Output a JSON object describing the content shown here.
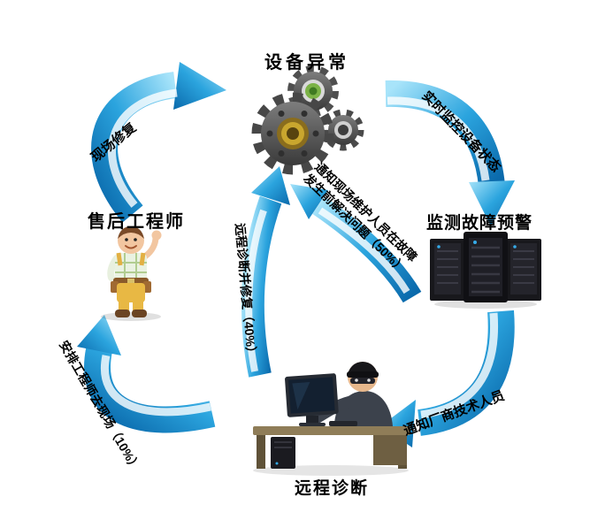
{
  "nodes": {
    "equipment": {
      "label": "设备异常"
    },
    "monitor": {
      "label": "监测故障预警"
    },
    "engineer": {
      "label": "售后工程师"
    },
    "remote": {
      "label": "远程诊断"
    }
  },
  "edges": {
    "onsite_repair": {
      "label": "现场修复"
    },
    "realtime_monitor": {
      "label": "实时监控设备状态"
    },
    "notify_vendor": {
      "label": "通知厂商技术人员"
    },
    "arrange_engineer": {
      "label": "安排工程师去现场（10%）"
    },
    "remote_fix": {
      "label": "远程诊断并修复（40%）"
    },
    "notify_onsite": {
      "lines": [
        "通知现场维护人员在故障",
        "发生前解决问题（50%）"
      ]
    }
  },
  "icons": {
    "gears": "gears-icon",
    "servers": "server-icon",
    "engineer_figure": "engineer-illustration",
    "operator_figure": "remote-operator-illustration"
  },
  "colors": {
    "background": "#ffffff",
    "text": "#000000",
    "arrow_light": "#a8e4fa",
    "arrow_mid": "#2ba4de",
    "arrow_dark": "#0a69ab",
    "gear_gold": "#c9a62e",
    "gear_green": "#7cb347",
    "server_led_blue": "#35aae8"
  }
}
